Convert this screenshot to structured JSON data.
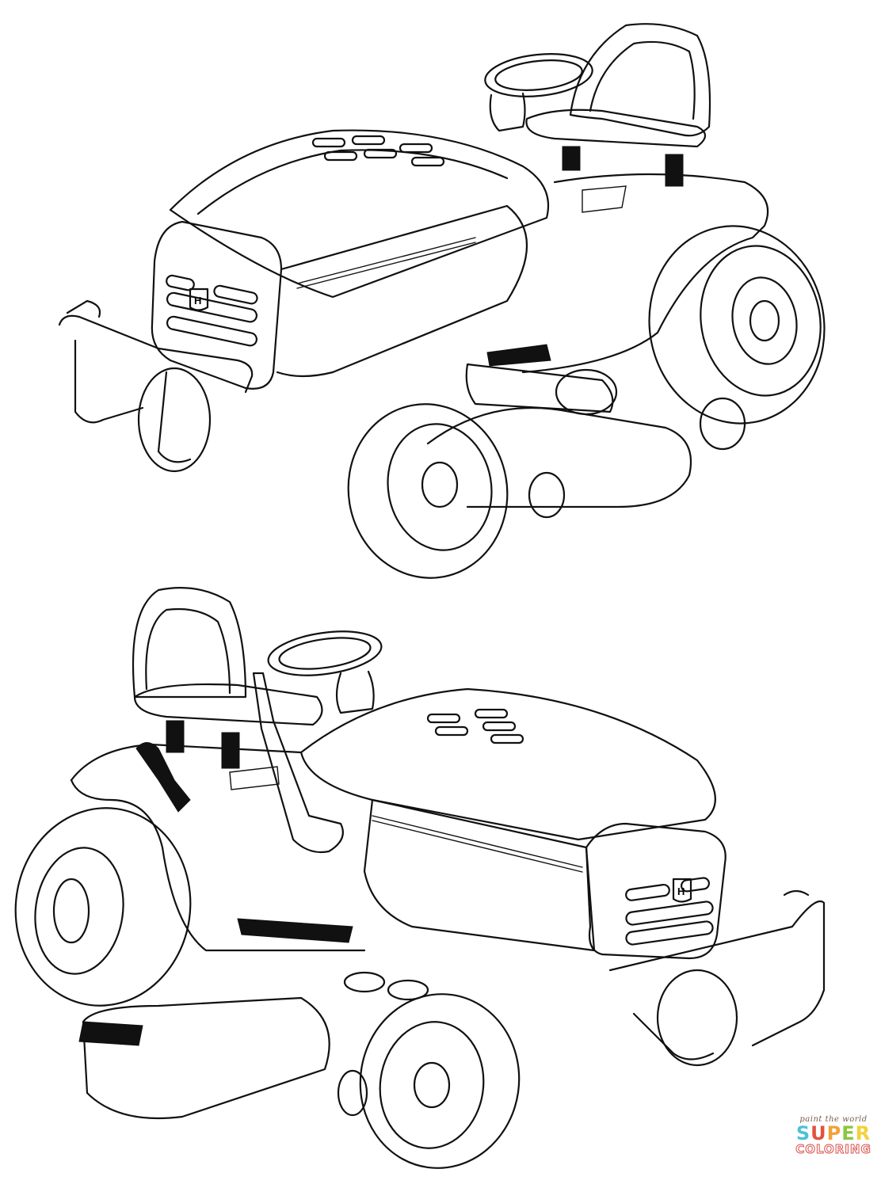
{
  "illustration": {
    "subject": "Two riding lawn mowers (line art coloring page)",
    "mowers": [
      {
        "position": "top",
        "view": "front-left three-quarter",
        "badge_letter": "H"
      },
      {
        "position": "bottom",
        "view": "front-right three-quarter",
        "badge_letter": "H"
      }
    ]
  },
  "watermark": {
    "tagline": "paint the world",
    "super_letters": [
      {
        "ch": "S",
        "color": "#4fc1d6"
      },
      {
        "ch": "U",
        "color": "#e0533f"
      },
      {
        "ch": "P",
        "color": "#f0a23a"
      },
      {
        "ch": "E",
        "color": "#8cc63f"
      },
      {
        "ch": "R",
        "color": "#f2d23c"
      }
    ],
    "coloring": "COLORING"
  }
}
